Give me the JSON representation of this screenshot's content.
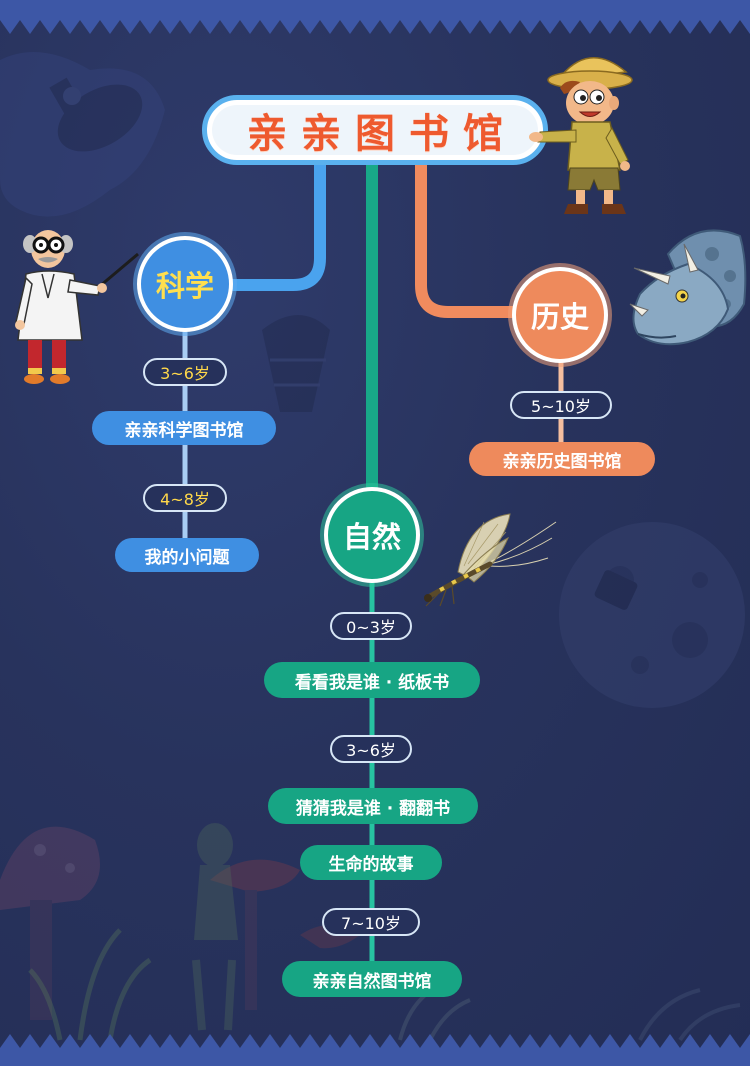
{
  "title": "亲亲图书馆",
  "colors": {
    "background": "#27325c",
    "border_band": "#3d57a6",
    "title_text": "#ee5a2f",
    "title_ring": "#5ab1ee",
    "science": "#3f8fe2",
    "science_age_text": "#ffd84a",
    "history": "#ee8a5c",
    "nature": "#17a584"
  },
  "science": {
    "label": "科学",
    "groups": [
      {
        "age": "3~6岁",
        "books": [
          "亲亲科学图书馆"
        ]
      },
      {
        "age": "4~8岁",
        "books": [
          "我的小问题"
        ]
      }
    ]
  },
  "history": {
    "label": "历史",
    "groups": [
      {
        "age": "5~10岁",
        "books": [
          "亲亲历史图书馆"
        ]
      }
    ]
  },
  "nature": {
    "label": "自然",
    "groups": [
      {
        "age": "0~3岁",
        "books": [
          "看看我是谁 · 纸板书"
        ]
      },
      {
        "age": "3~6岁",
        "books": [
          "猜猜我是谁 · 翻翻书",
          "生命的故事"
        ]
      },
      {
        "age": "7~10岁",
        "books": [
          "亲亲自然图书馆"
        ]
      }
    ]
  },
  "illustrations": {
    "professor": "professor-icon",
    "explorer": "explorer-boy-icon",
    "dinosaur": "triceratops-icon",
    "insect": "mayfly-icon",
    "background": [
      "rocket-icon",
      "moon-icon",
      "mushroom-icon"
    ]
  }
}
